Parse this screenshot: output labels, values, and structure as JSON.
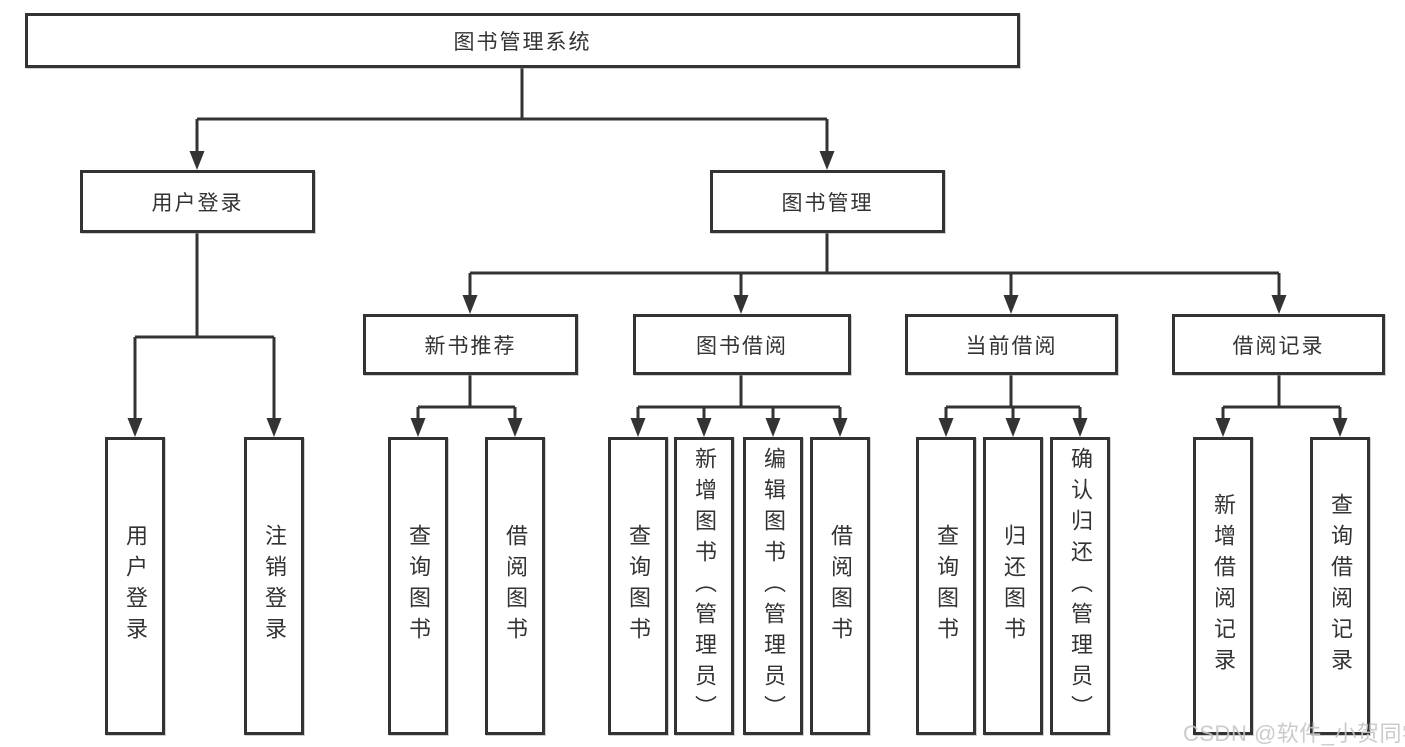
{
  "diagram": {
    "root": "图书管理系统",
    "level2": [
      "用户登录",
      "图书管理"
    ],
    "level3": [
      "新书推荐",
      "图书借阅",
      "当前借阅",
      "借阅记录"
    ],
    "leaves": [
      "用户登录",
      "注销登录",
      "查询图书",
      "借阅图书",
      "查询图书",
      "新增图书（管理员）",
      "编辑图书（管理员）",
      "借阅图书",
      "查询图书",
      "归还图书",
      "确认归还（管理员）",
      "新增借阅记录",
      "查询借阅记录"
    ],
    "watermark": "CSDN @软件_小贺同学",
    "colors": {
      "line": "#333333",
      "text": "#333333",
      "watermark": "#c5c5c5",
      "background": "#ffffff"
    }
  }
}
